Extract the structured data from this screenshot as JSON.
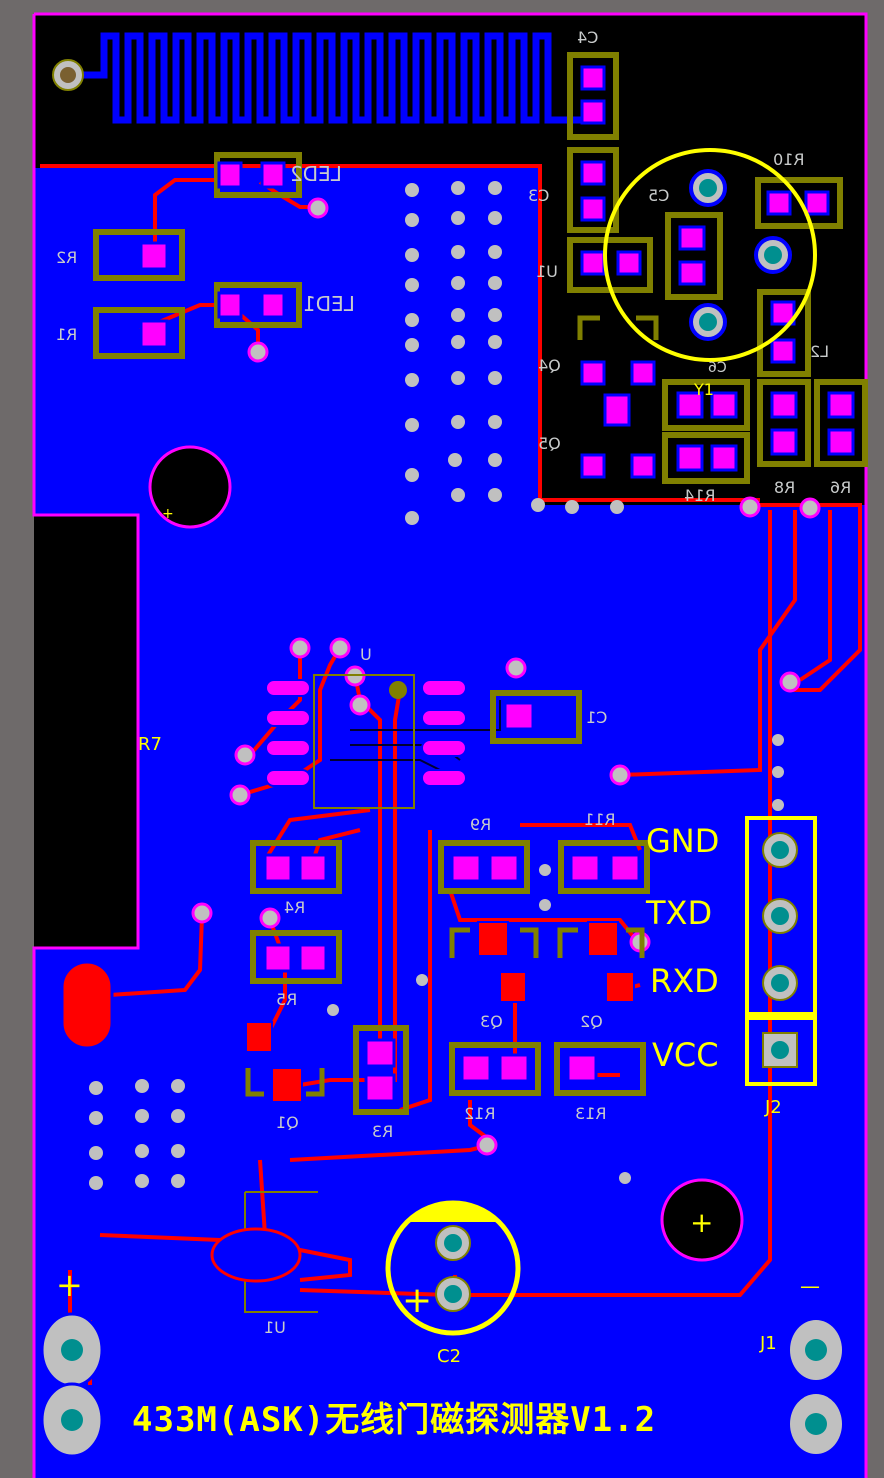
{
  "board": {
    "title": "433M(ASK)无线门磁探测器V1.2"
  },
  "components": {
    "c4": "C4",
    "c3": "C3",
    "c5": "C5",
    "u1_top": "U1",
    "r10": "R10",
    "l2": "L2",
    "q4": "Q4",
    "q5": "Q5",
    "c6": "C6",
    "y1": "Y1",
    "r14": "R14",
    "r8": "R8",
    "r6": "R6",
    "led2": "LED2",
    "led1": "LED1",
    "r2": "R2",
    "r1": "R1",
    "r7": "R7",
    "u": "U",
    "c1": "C1",
    "r9": "R9",
    "r11": "R11",
    "r4": "R4",
    "r5": "R5",
    "q3": "Q3",
    "q2": "Q2",
    "q1": "Q1",
    "r3": "R3",
    "r12": "R12",
    "r13": "R13",
    "u1": "U1",
    "c2": "C2",
    "j1": "J1",
    "j2": "J2"
  },
  "connector_j2": {
    "pins": [
      "GND",
      "TXD",
      "RXD",
      "VCC"
    ]
  },
  "j1_minus": "—",
  "colors": {
    "bottom_copper": "#0000ff",
    "top_copper": "#ff0000",
    "board_outline": "#ff00ff",
    "silkscreen": "#808000",
    "highlight": "#ffff00",
    "pad_ring": "#c0c0c0",
    "pad_hole": "#008f8f",
    "background": "#6e6a6a"
  }
}
